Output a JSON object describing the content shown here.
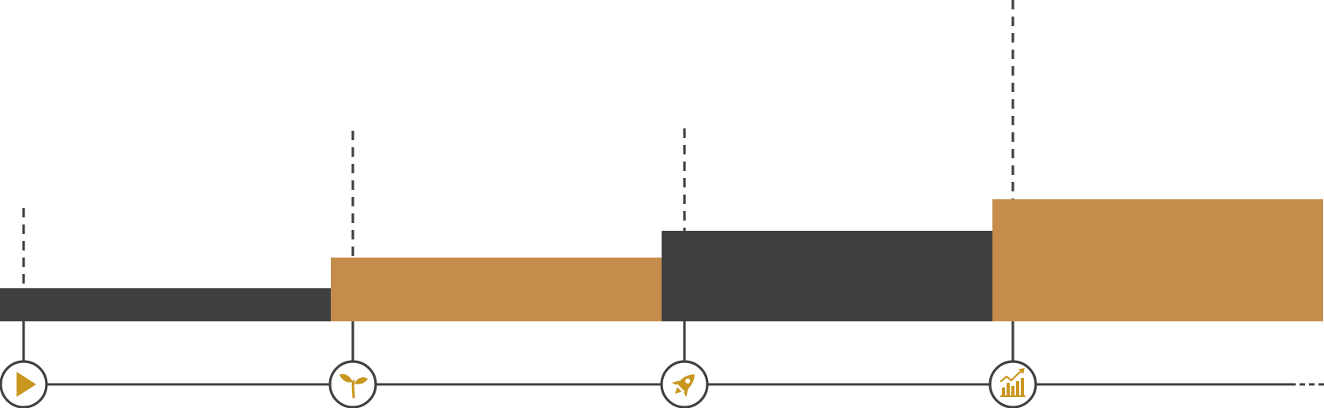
{
  "colors": {
    "dark": "#404040",
    "orange": "#c68c4c",
    "icon": "#c9961f",
    "line": "#404040",
    "background": "#ffffff"
  },
  "stages": [
    {
      "icon": "play-icon",
      "color": "dark",
      "level": 1
    },
    {
      "icon": "sprout-icon",
      "color": "orange",
      "level": 2
    },
    {
      "icon": "rocket-icon",
      "color": "dark",
      "level": 3
    },
    {
      "icon": "growth-chart-icon",
      "color": "orange",
      "level": 4
    }
  ],
  "timeline_continues": true
}
